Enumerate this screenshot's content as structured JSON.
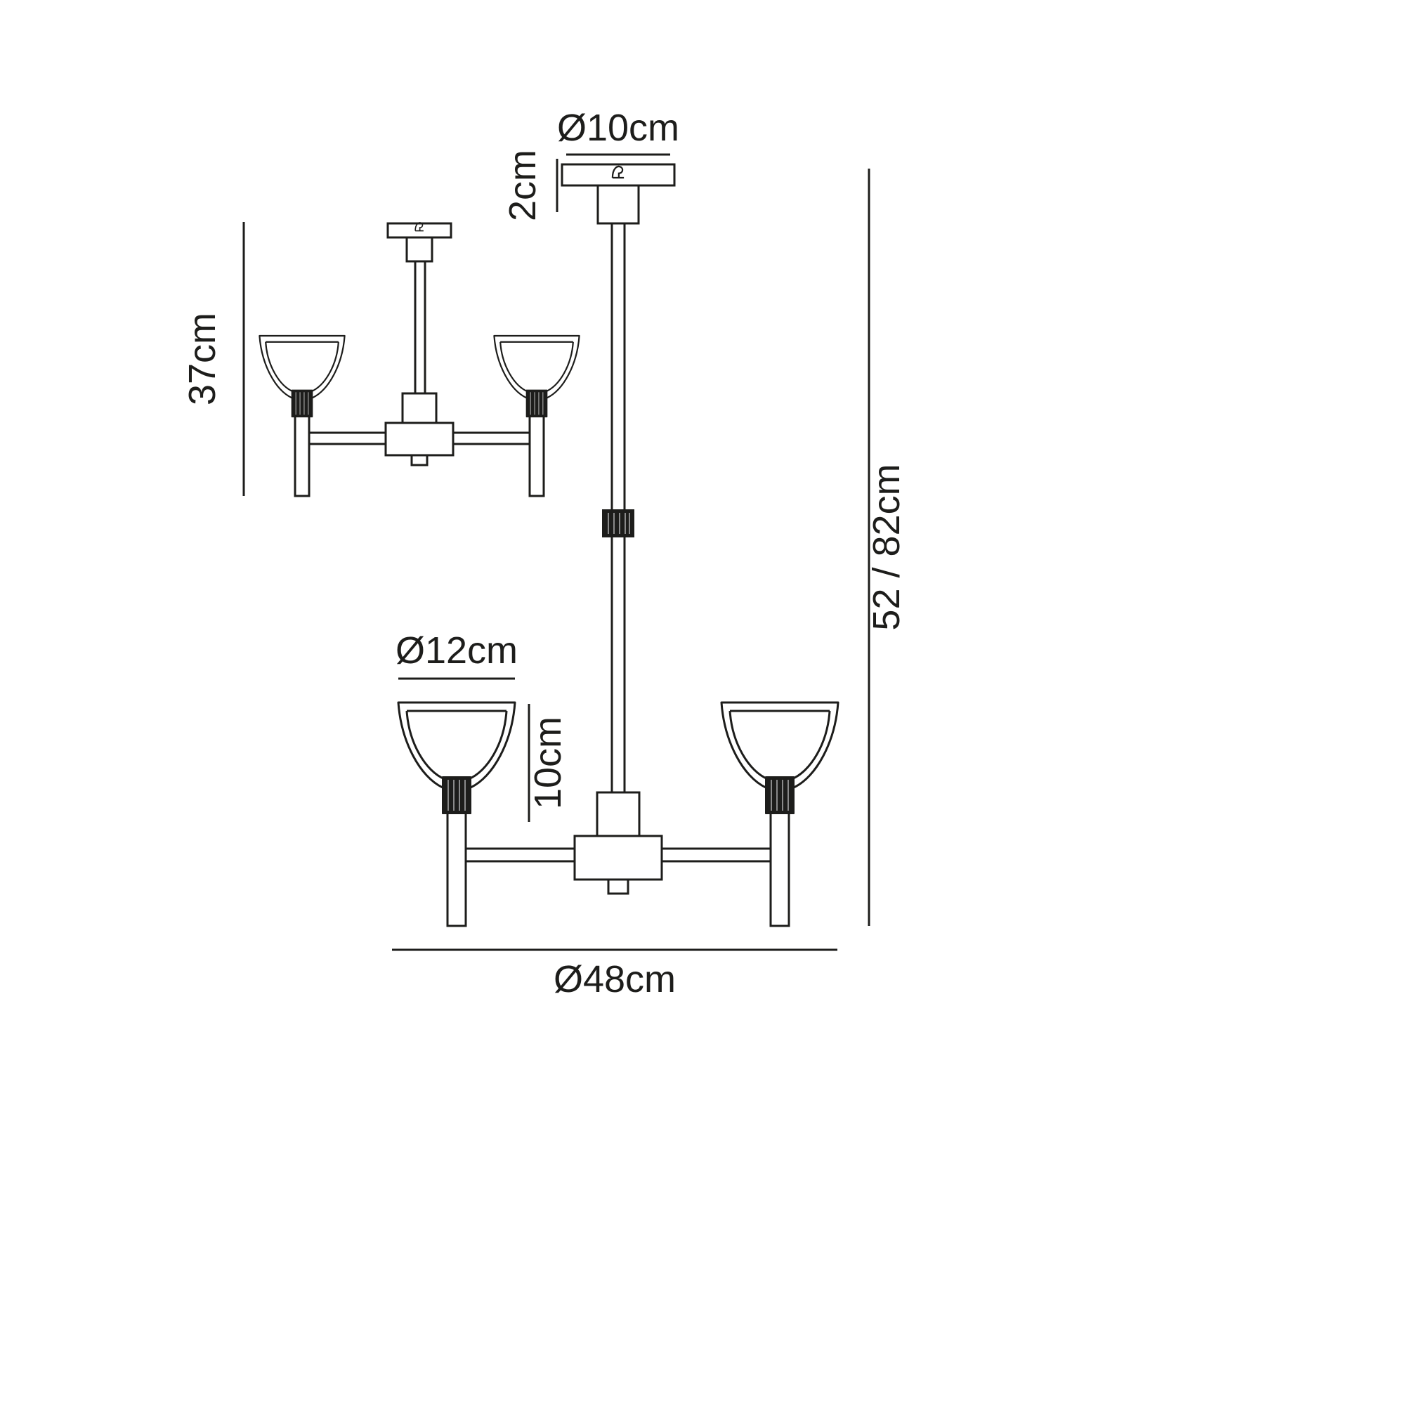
{
  "diagram": {
    "background": "#ffffff",
    "line_color": "#1d1d1b",
    "labels": {
      "canopy_diameter": "Ø10cm",
      "canopy_height": "2cm",
      "semi_flush_height": "37cm",
      "pendant_height": "52 / 82cm",
      "shade_diameter": "Ø12cm",
      "shade_height": "10cm",
      "fixture_diameter": "Ø48cm"
    }
  }
}
